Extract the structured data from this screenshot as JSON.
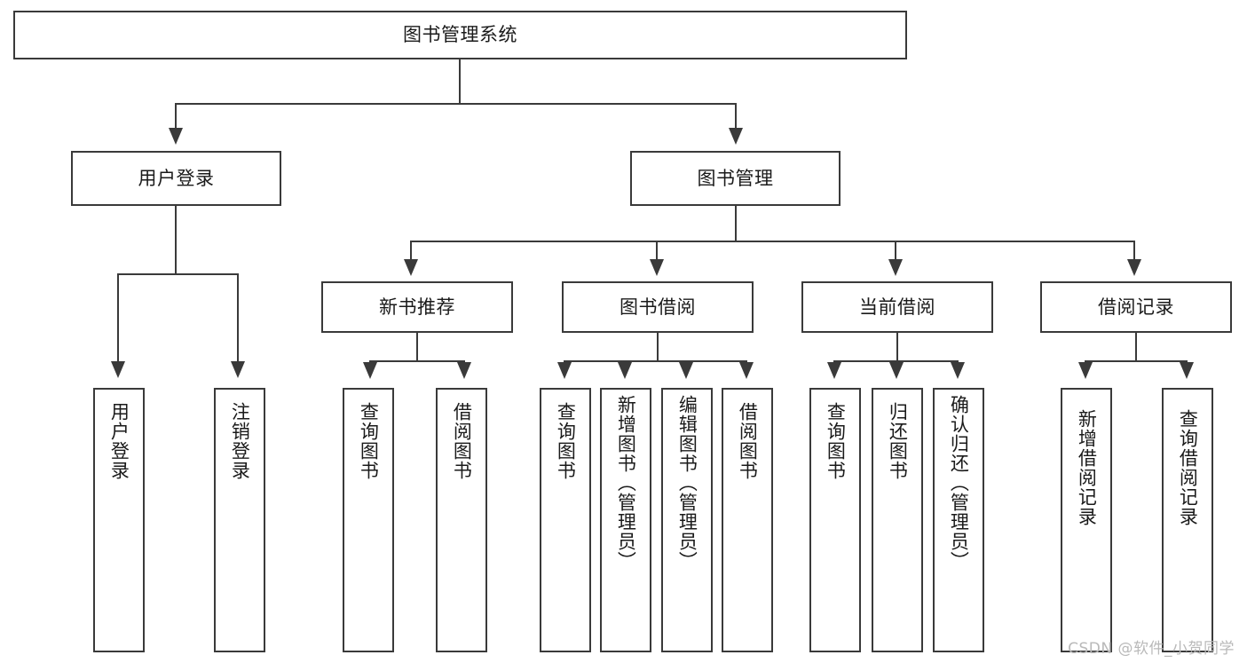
{
  "diagram": {
    "type": "tree-hierarchy-diagram",
    "title": "图书管理系统",
    "colors": {
      "background": "#ffffff",
      "stroke": "#3a3a3a",
      "text": "#1a1a1a",
      "watermark": "#b9b9b9"
    },
    "levels": {
      "level1": [
        {
          "id": "root",
          "label": "图书管理系统"
        }
      ],
      "level2": [
        {
          "id": "user-login",
          "label": "用户登录"
        },
        {
          "id": "book-management",
          "label": "图书管理"
        }
      ],
      "level3": [
        {
          "id": "new-book-recommend",
          "label": "新书推荐"
        },
        {
          "id": "book-borrow",
          "label": "图书借阅"
        },
        {
          "id": "current-borrow",
          "label": "当前借阅"
        },
        {
          "id": "borrow-record",
          "label": "借阅记录"
        }
      ],
      "level4": [
        {
          "id": "leaf-user-login",
          "label": "用户登录",
          "parent": "user-login"
        },
        {
          "id": "leaf-logout",
          "label": "注销登录",
          "parent": "user-login"
        },
        {
          "id": "leaf-query-book-1",
          "label": "查询图书",
          "parent": "new-book-recommend"
        },
        {
          "id": "leaf-borrow-book-1",
          "label": "借阅图书",
          "parent": "new-book-recommend"
        },
        {
          "id": "leaf-query-book-2",
          "label": "查询图书",
          "parent": "book-borrow"
        },
        {
          "id": "leaf-add-book",
          "label": "新增图书（管理员）",
          "parent": "book-borrow"
        },
        {
          "id": "leaf-edit-book",
          "label": "编辑图书（管理员）",
          "parent": "book-borrow"
        },
        {
          "id": "leaf-borrow-book-2",
          "label": "借阅图书",
          "parent": "book-borrow"
        },
        {
          "id": "leaf-query-book-3",
          "label": "查询图书",
          "parent": "current-borrow"
        },
        {
          "id": "leaf-return-book",
          "label": "归还图书",
          "parent": "current-borrow"
        },
        {
          "id": "leaf-confirm-return",
          "label": "确认归还（管理员）",
          "parent": "current-borrow"
        },
        {
          "id": "leaf-add-record",
          "label": "新增借阅记录",
          "parent": "borrow-record"
        },
        {
          "id": "leaf-query-record",
          "label": "查询借阅记录",
          "parent": "borrow-record"
        }
      ]
    },
    "watermark": "CSDN @软件_小贺同学"
  }
}
